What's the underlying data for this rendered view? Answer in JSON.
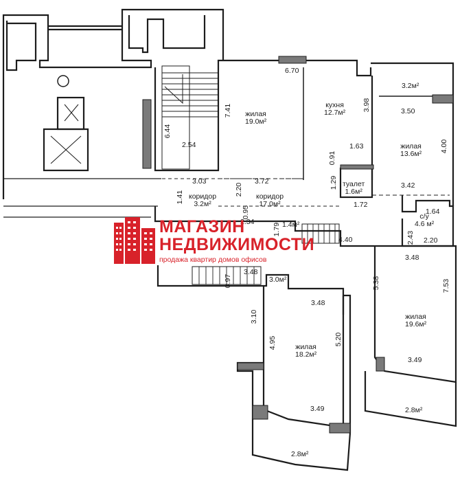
{
  "rooms": {
    "living_1": {
      "name": "жилая",
      "area": "19.0м²"
    },
    "kitchen": {
      "name": "кухня",
      "area": "12.7м²"
    },
    "balcony_top": {
      "area": "3.2м²"
    },
    "living_2": {
      "name": "жилая",
      "area": "13.6м²"
    },
    "toilet": {
      "name": "туалет",
      "area": "1.6м²"
    },
    "corridor_1": {
      "name": "коридор",
      "area": "3.2м²"
    },
    "corridor_2": {
      "name": "коридор",
      "area": "17.0м²"
    },
    "bathroom": {
      "name": "с/у",
      "area": "4.6 м²"
    },
    "small_1": {
      "area": "1.4м²"
    },
    "small_2": {
      "area": "3.0м²"
    },
    "living_3": {
      "name": "жилая",
      "area": "19.6м²"
    },
    "living_4": {
      "name": "жилая",
      "area": "18.2м²"
    },
    "balcony_right": {
      "area": "2.8м²"
    },
    "balcony_bottom": {
      "area": "2.8м²"
    }
  },
  "dimensions": {
    "d_6_70": "6.70",
    "d_7_41": "7.41",
    "d_6_44": "6.44",
    "d_2_54": "2.54",
    "d_3_98": "3.98",
    "d_3_50": "3.50",
    "d_4_00": "4.00",
    "d_1_63": "1.63",
    "d_0_91": "0.91",
    "d_3_03": "3.03",
    "d_3_72": "3.72",
    "d_2_20_a": "2.20",
    "d_1_29": "1.29",
    "d_3_42": "3.42",
    "d_1_72": "1.72",
    "d_1_41": "1.41",
    "d_0_95": "0.95",
    "d_2_34": "2.34",
    "d_1_79": "1.79",
    "d_1_64": "1.64",
    "d_4_40": "4.40",
    "d_2_43": "2.43",
    "d_2_20_b": "2.20",
    "d_3_48_a": "3.48",
    "d_0_97": "0.97",
    "d_3_48_b": "3.48",
    "d_5_38": "5.38",
    "d_7_53": "7.53",
    "d_3_48_c": "3.48",
    "d_3_10": "3.10",
    "d_4_95": "4.95",
    "d_5_20": "5.20",
    "d_3_49_a": "3.49",
    "d_3_49_b": "3.49"
  },
  "logo": {
    "line1": "МАГАЗИН",
    "line2": "НЕДВИЖИМОСТИ",
    "tagline": "продажа квартир домов офисов"
  },
  "colors": {
    "wall": "#1c1c1c",
    "wall_fill": "#7a7a7a",
    "brand_red": "#d8222a"
  }
}
